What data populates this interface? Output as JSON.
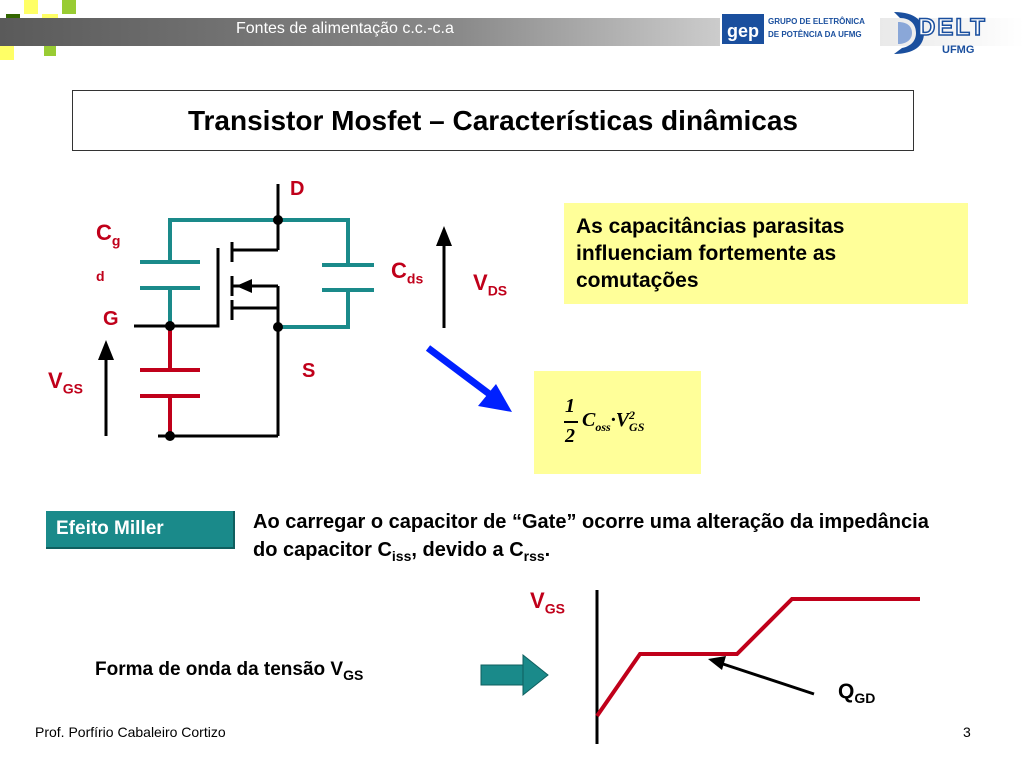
{
  "header": {
    "title": "Fontes de alimentação c.c.-c.a",
    "logo_gep": {
      "abbr": "gep",
      "line1": "GRUPO DE ELETRÔNICA",
      "line2": "DE POTÊNCIA DA UFMG"
    },
    "logo_delt": {
      "name": "DELT",
      "sub": "UFMG"
    }
  },
  "slide": {
    "title": "Transistor Mosfet – Características dinâmicas",
    "note": "As capacitâncias parasitas influenciam fortemente as comutações"
  },
  "circuit": {
    "cgd_main": "C",
    "cgd_sub_1": "g",
    "cgd_sub_2": "d",
    "cds_main": "C",
    "cds_sub": "ds",
    "vds_main": "V",
    "vds_sub": "DS",
    "vgs_main": "V",
    "vgs_sub": "GS",
    "d": "D",
    "g": "G",
    "s": "S"
  },
  "formula": {
    "num": "1",
    "den": "2",
    "c": "C",
    "c_sub": "oss",
    "dot": "·",
    "v": "V",
    "v_sup": "2",
    "v_sub": "GS"
  },
  "miller": {
    "button_label": "Efeito Miller",
    "text_1": "Ao carregar o capacitor de “Gate” ocorre uma alteração da impedância do capacitor C",
    "sub_1": "iss",
    "text_2": ", devido a C",
    "sub_2": "rss",
    "text_3": "."
  },
  "waveform": {
    "label_main": "Forma de onda da tensão V",
    "label_sub": "GS",
    "axis_main": "V",
    "axis_sub": "GS",
    "qgd_main": "Q",
    "qgd_sub": "GD"
  },
  "footer": {
    "author": "Prof. Porfírio Cabaleiro Cortizo",
    "page": "3"
  },
  "colors": {
    "teal": "#1a8a8a",
    "red": "#c0001a",
    "note_bg": "#ffff99",
    "arrow_blue": "#0020ff"
  }
}
